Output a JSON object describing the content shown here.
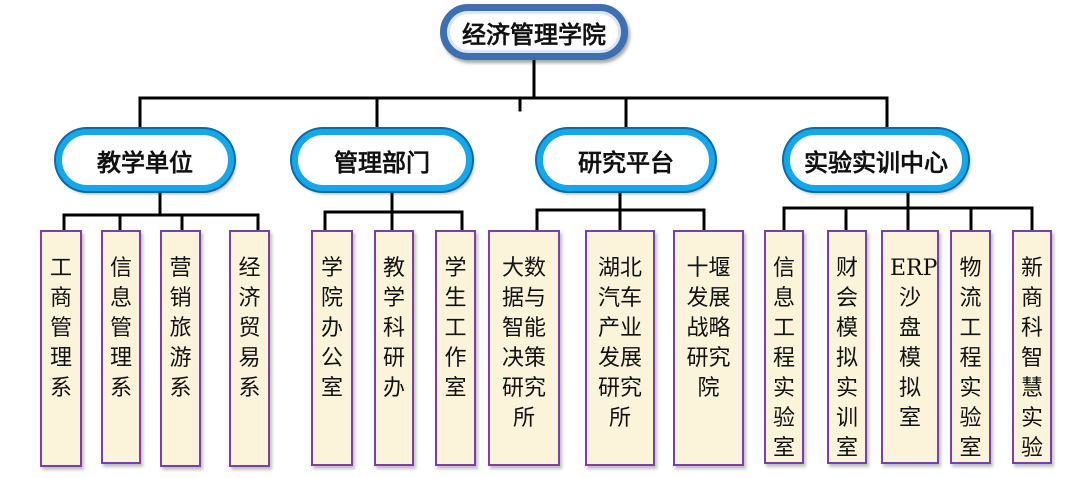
{
  "root": "经济管理学院",
  "categories": [
    {
      "label": "教学单位",
      "children": [
        "工商管理系",
        "信息管理系",
        "营销旅游系",
        "经济贸易系"
      ]
    },
    {
      "label": "管理部门",
      "children": [
        "学院办公室",
        "教学科研办",
        "学生工作室"
      ]
    },
    {
      "label": "研究平台",
      "children": [
        "大数据与智能决策研究所",
        "湖北汽车产业发展研究所",
        "十堰发展战略研究院"
      ]
    },
    {
      "label": "实验实训中心",
      "children": [
        "信息工程实验室",
        "财会模拟实训室",
        "ERP沙盘模拟室",
        "物流工程实验室",
        "新商科智慧实验"
      ]
    }
  ],
  "colors": {
    "root_border": "#3e6fb0",
    "category_border": "#14a8ea",
    "box_fill": "#fcf4da",
    "box_border": "#7a3fa8",
    "connector": "#000000"
  }
}
